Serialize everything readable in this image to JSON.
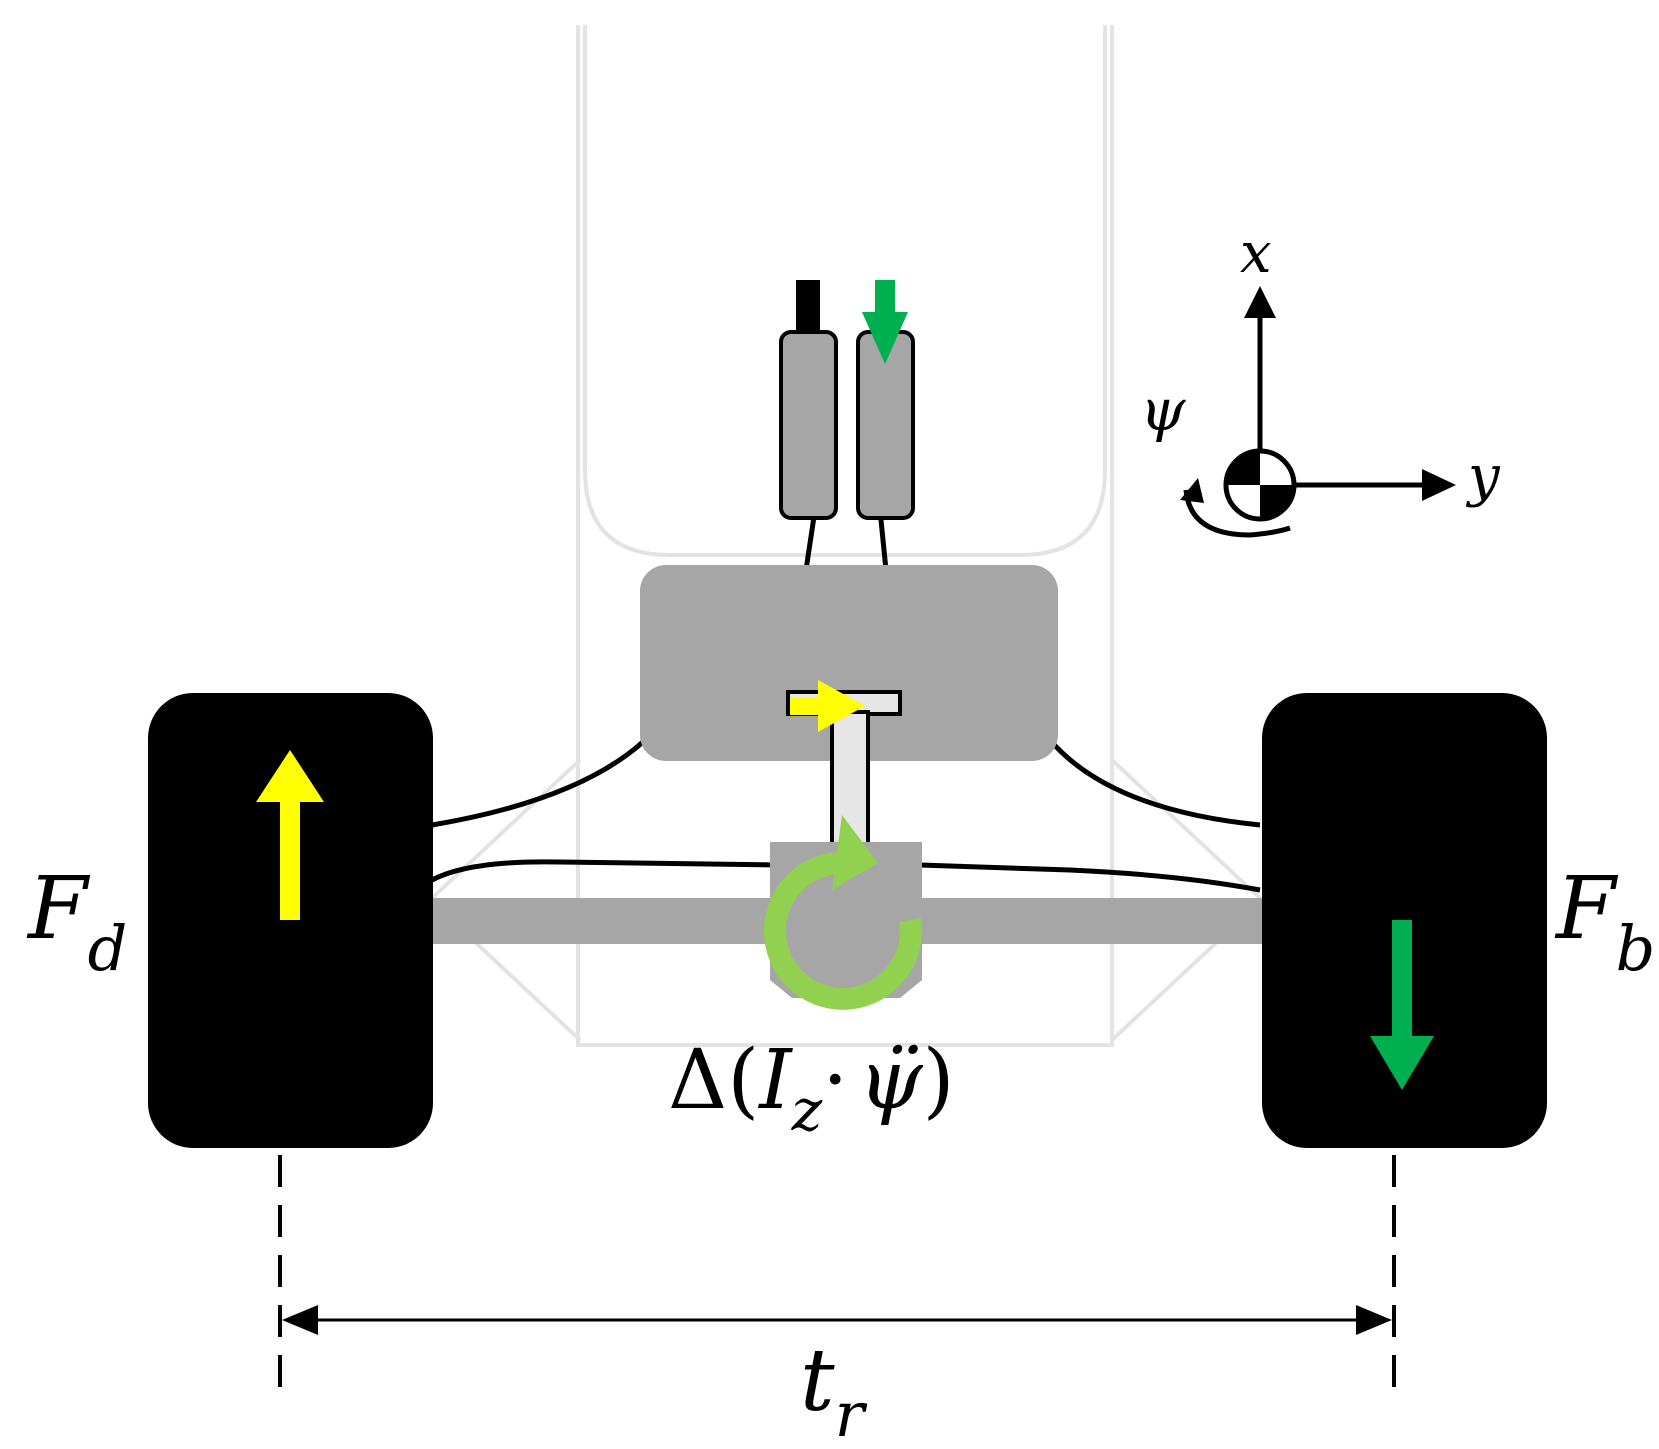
{
  "labels": {
    "left_force": {
      "symbol": "F",
      "subscript": "d"
    },
    "right_force": {
      "symbol": "F",
      "subscript": "b"
    },
    "track": {
      "symbol": "t",
      "subscript": "r"
    },
    "yaw_moment": {
      "prefix": "Δ(",
      "inertia": "I",
      "inertia_sub": "z",
      "dot": "·",
      "accel": "ψ̈",
      "suffix": ")"
    },
    "axis_x": "x",
    "axis_y": "y",
    "axis_psi": "ψ"
  },
  "colors": {
    "tire": "#000000",
    "motor": "#a6a6a6",
    "chassis_outline": "#e3e3e3",
    "drive_arrow": "#ffff00",
    "brake_arrow": "#00b050",
    "yaw_arrow": "#92d050",
    "cable": "#000000"
  }
}
